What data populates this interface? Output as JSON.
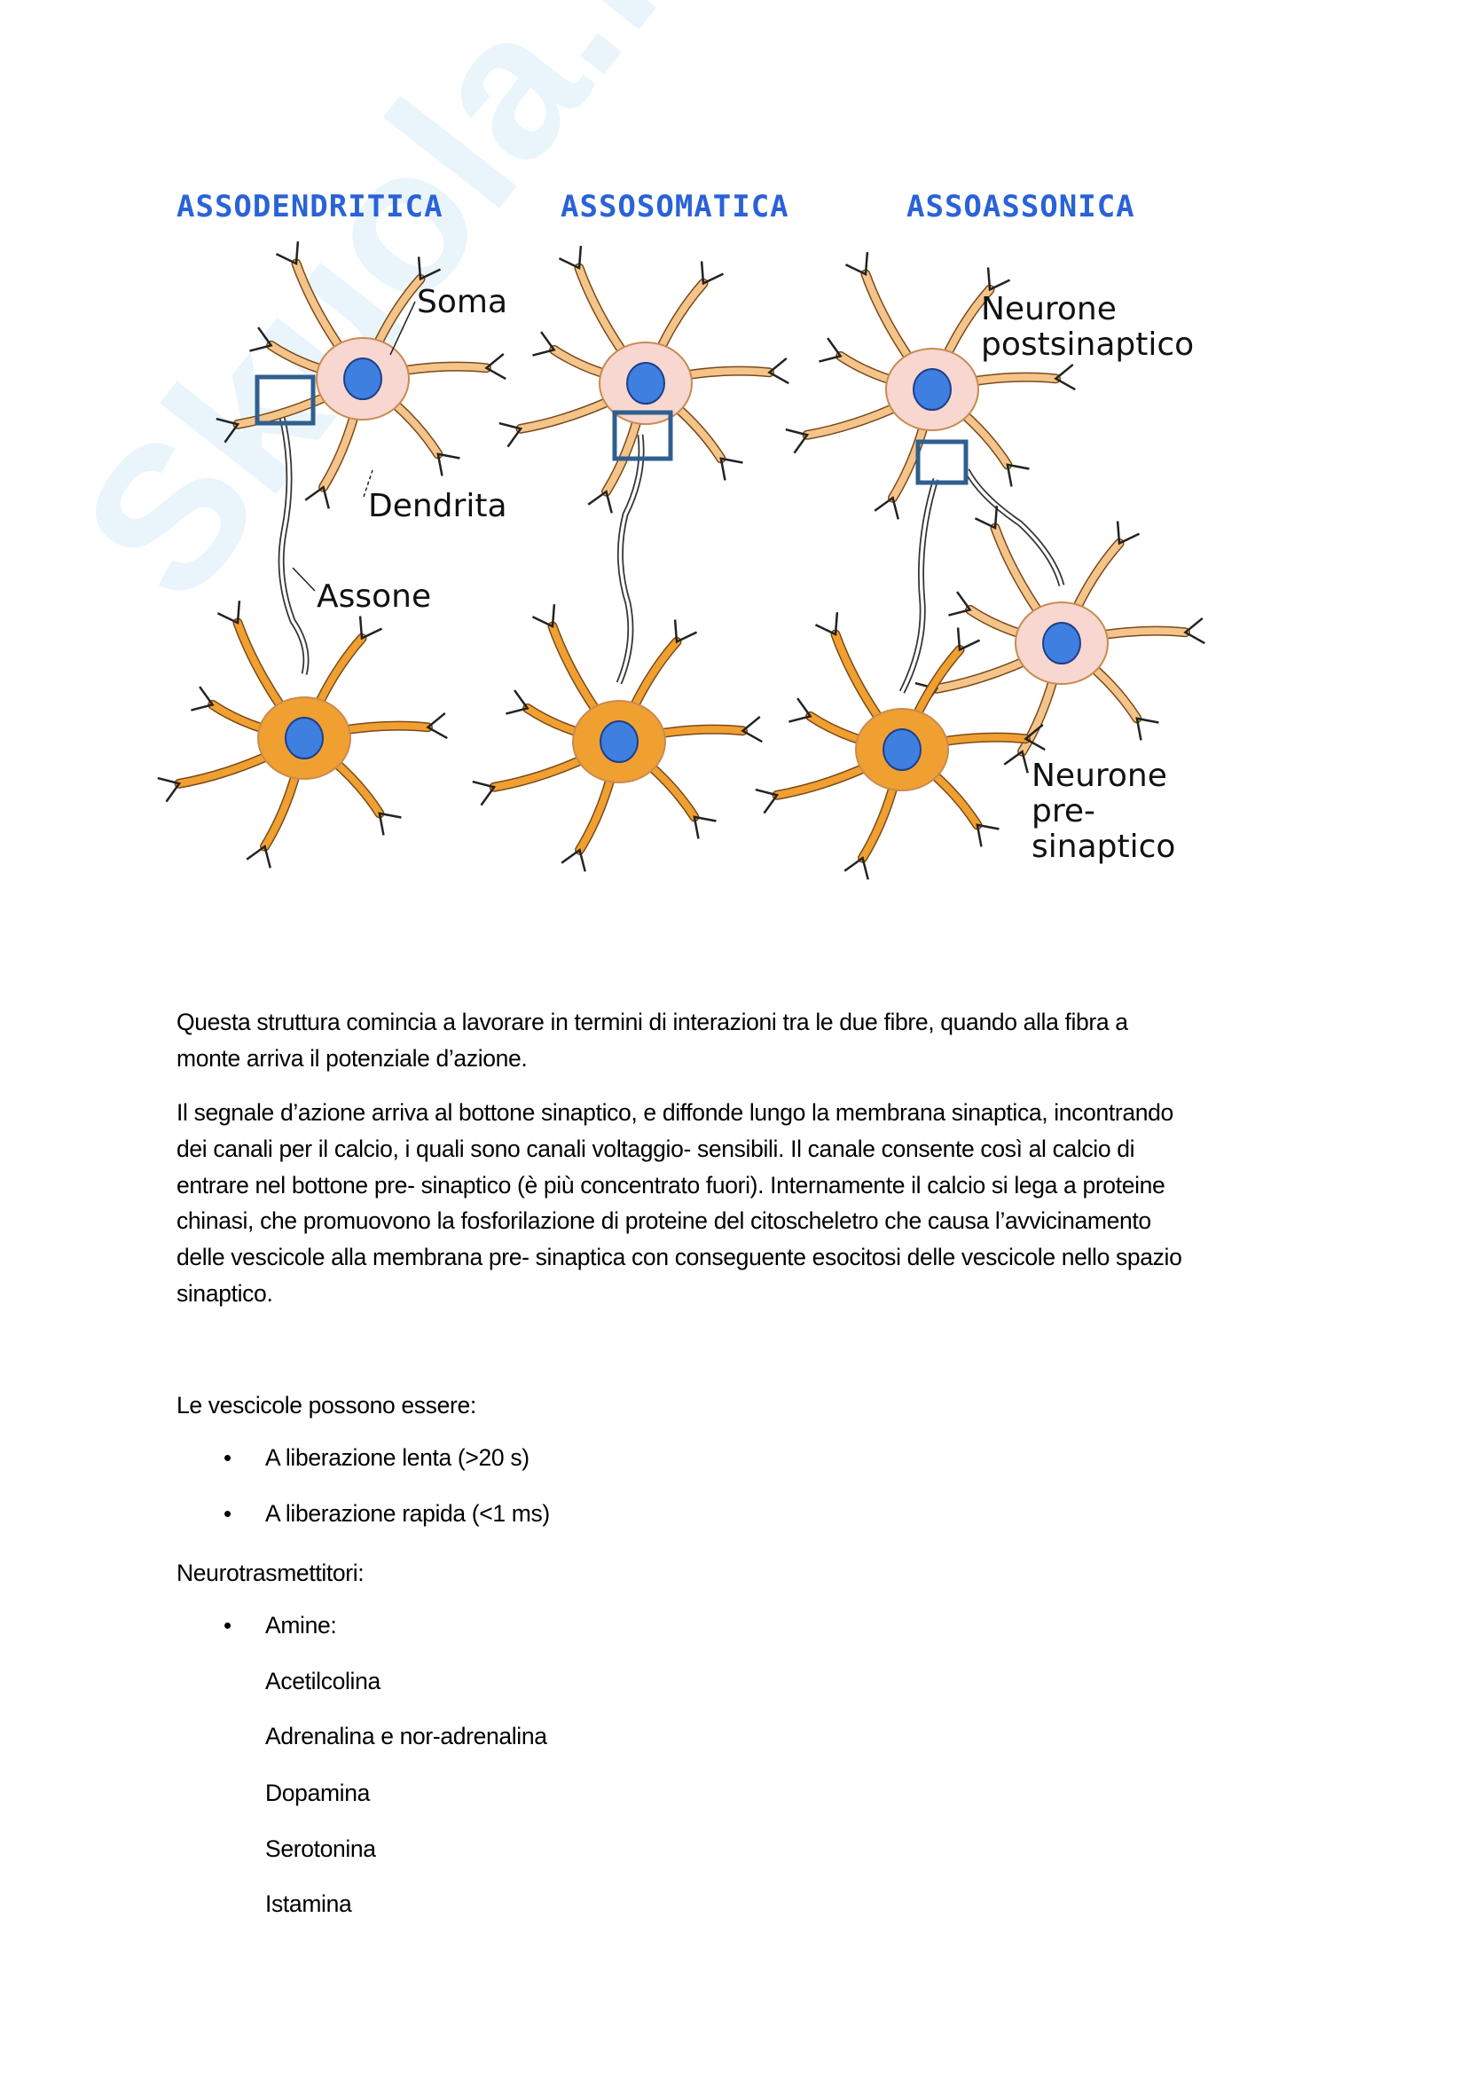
{
  "watermark": "Skuola.net",
  "diagram": {
    "headings": [
      "ASSODENDRITICA",
      "ASSOSOMATICA",
      "ASSOASSONICA"
    ],
    "labels": {
      "soma": "Soma",
      "dendrite": "Dendrita",
      "axon": "Assone",
      "postsynaptic_1": "Neurone",
      "postsynaptic_2": "postsinaptico",
      "presynaptic_1": "Neurone",
      "presynaptic_2": "pre-",
      "presynaptic_3": "sinaptico"
    },
    "colors": {
      "heading": "#2a62d8",
      "box": "#2f5f8f",
      "nucleus": "#3f7fe0",
      "soma_light": "#f7d7cf",
      "soma_dark": "#f0a030"
    }
  },
  "paragraphs": [
    {
      "lines": [
        "Questa struttura comincia a lavorare in termini di interazioni tra le due fibre, quando alla fibra a",
        "monte arriva il potenziale d’azione."
      ]
    },
    {
      "lines": [
        "Il segnale d’azione arriva al bottone sinaptico, e diffonde lungo la membrana sinaptica, incontrando",
        "dei canali per il calcio, i quali sono canali voltaggio- sensibili. Il canale consente così al calcio di",
        "entrare nel bottone pre- sinaptico (è più concentrato fuori). Internamente il calcio si lega a proteine",
        "chinasi, che promuovono la fosforilazione di proteine del citoscheletro che causa l’avvicinamento",
        "delle vescicole alla membrana pre- sinaptica con conseguente esocitosi delle vescicole nello spazio",
        "sinaptico."
      ]
    }
  ],
  "vesicles": {
    "intro": "Le vescicole possono essere:",
    "items": [
      "A liberazione lenta (>20 s)",
      "A liberazione rapida (<1 ms)"
    ]
  },
  "neurotransmitters": {
    "title": "Neurotrasmettitori:",
    "items": [
      "Amine:"
    ],
    "sub_items": [
      "Acetilcolina",
      "Adrenalina e nor-adrenalina",
      "Dopamina",
      "Serotonina",
      "Istamina"
    ]
  },
  "bullet_glyph": "•"
}
